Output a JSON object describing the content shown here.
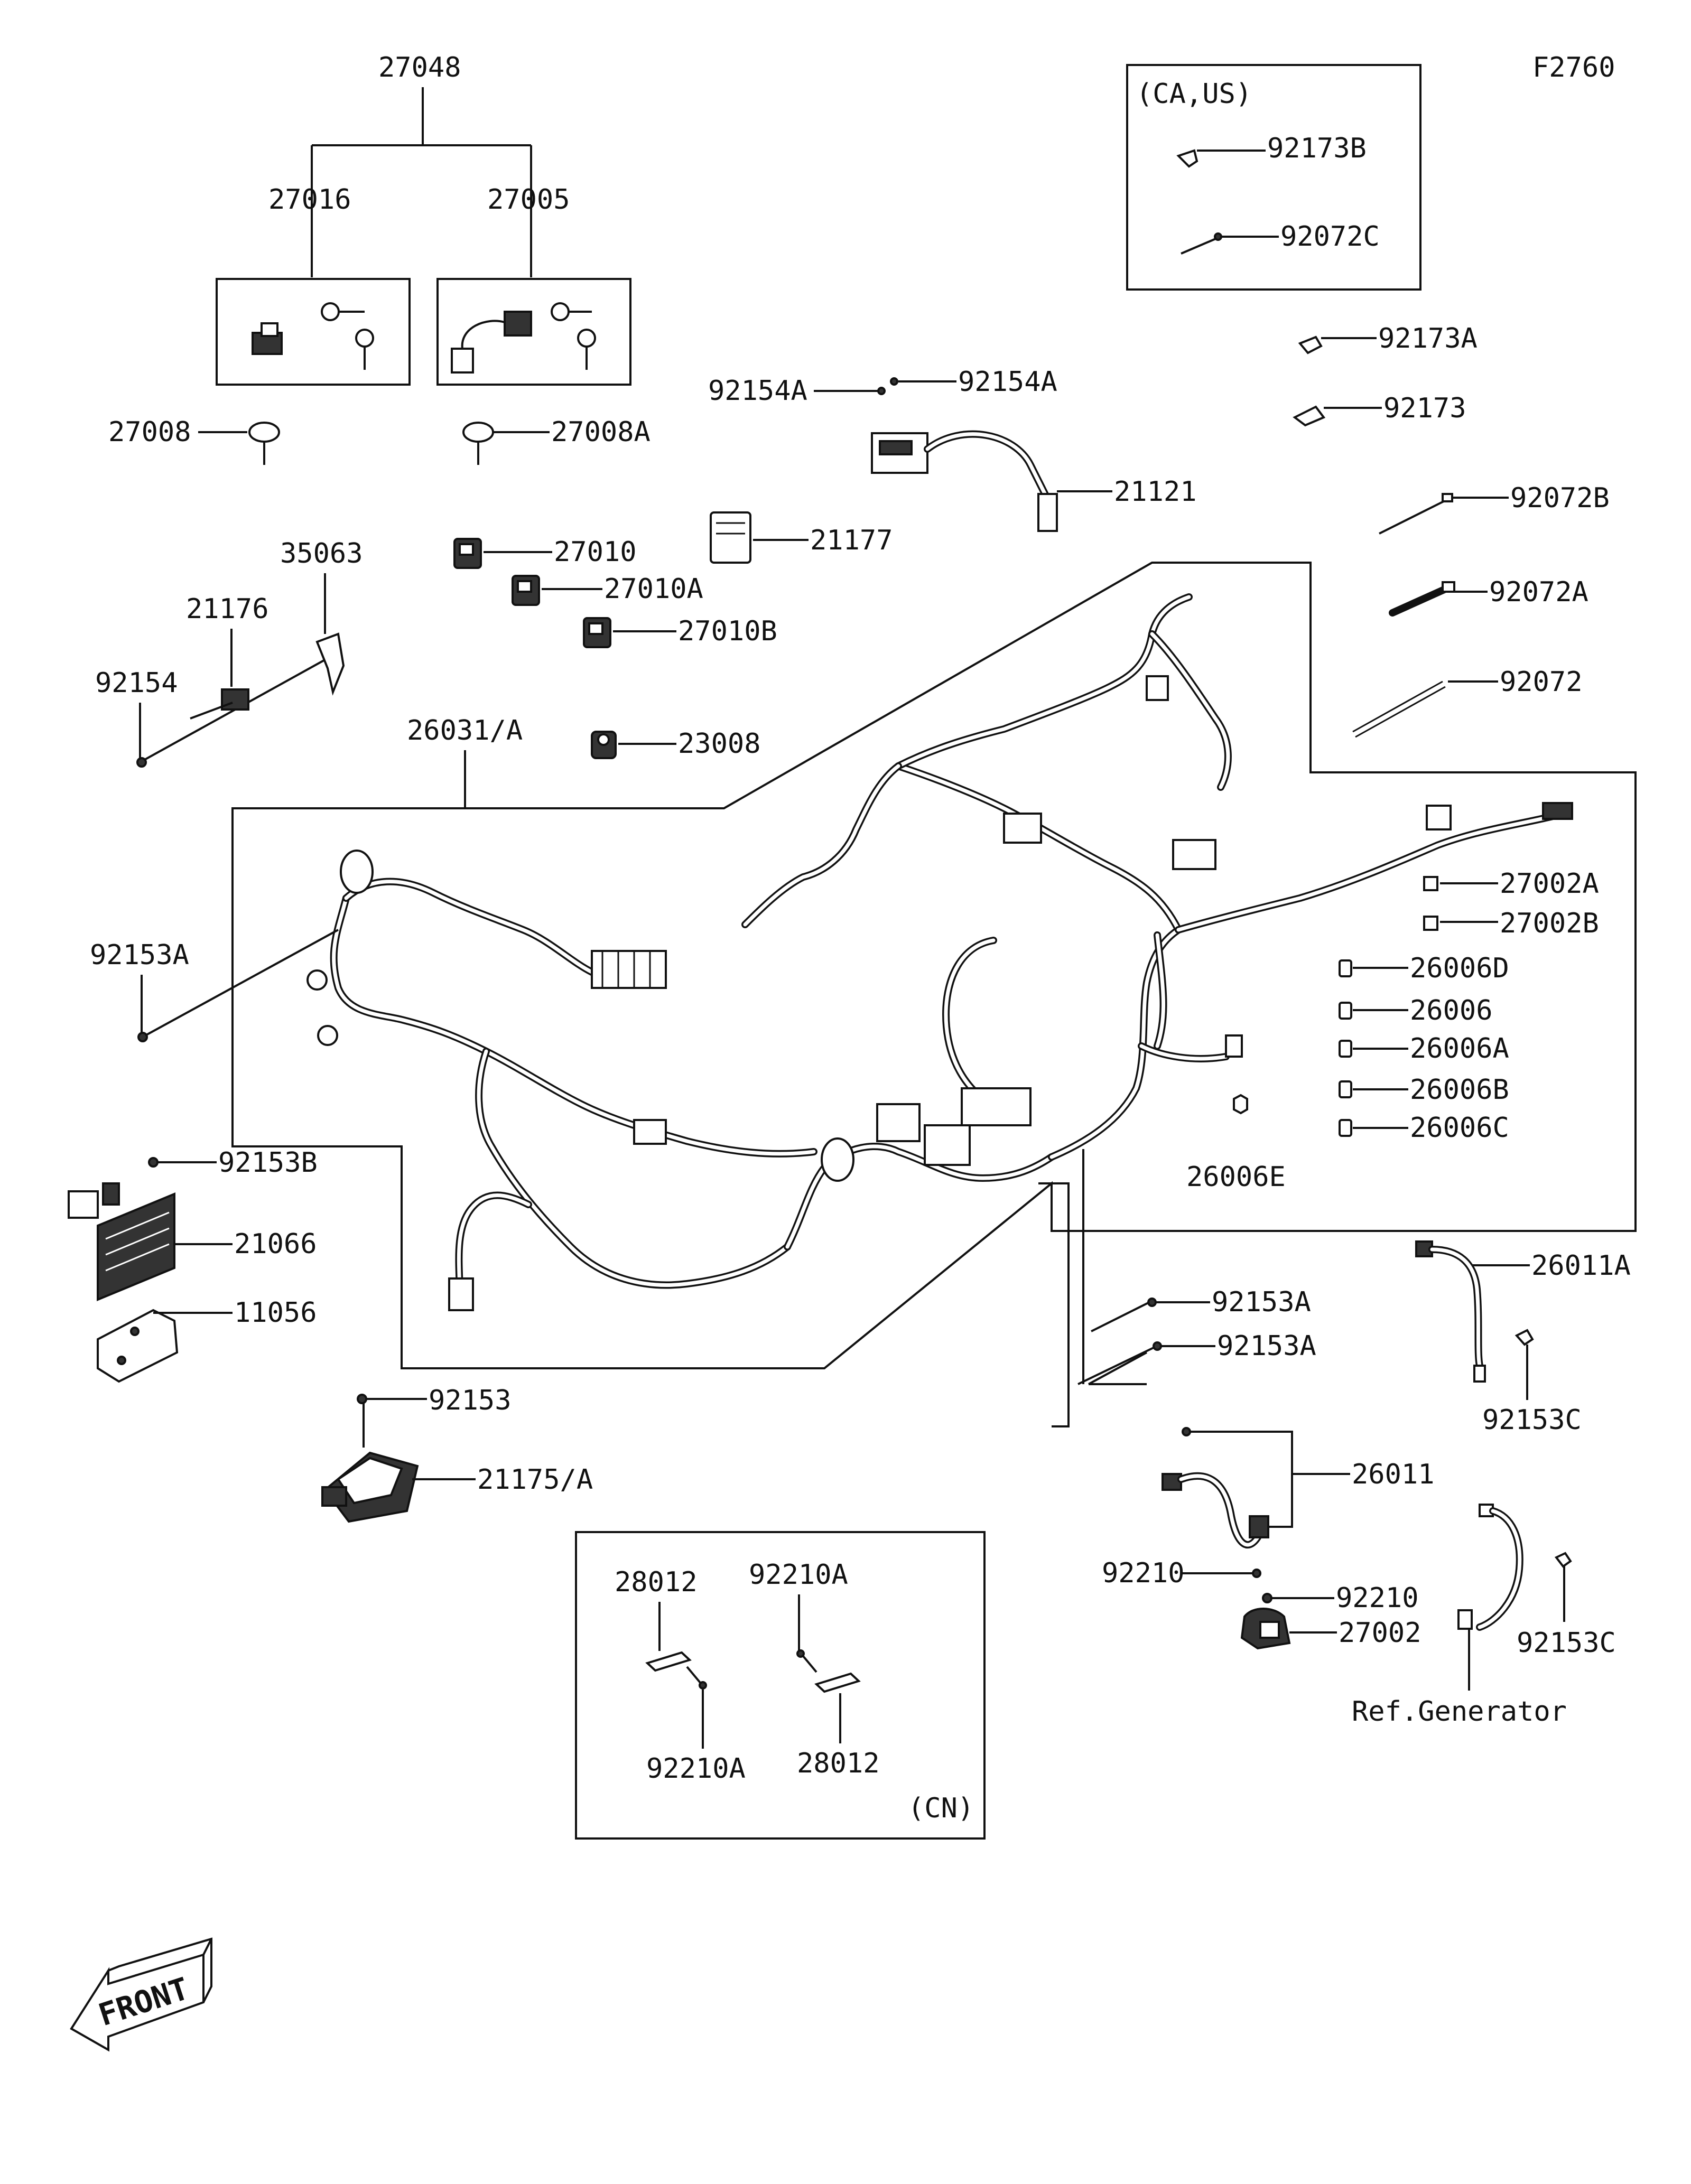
{
  "diagram_id": "F2760",
  "regions": {
    "ca_us": "(CA,US)",
    "cn": "(CN)"
  },
  "front_label": "FRONT",
  "labels": {
    "p27048": "27048",
    "p27016": "27016",
    "p27005": "27005",
    "p27008": "27008",
    "p27008A": "27008A",
    "p35063": "35063",
    "p21176": "21176",
    "p92154": "92154",
    "p27010": "27010",
    "p27010A": "27010A",
    "p27010B": "27010B",
    "p23008": "23008",
    "p21177": "21177",
    "p92154A_l": "92154A",
    "p92154A_r": "92154A",
    "p21121": "21121",
    "p92173B": "92173B",
    "p92072C": "92072C",
    "p92173A": "92173A",
    "p92173": "92173",
    "p92072B": "92072B",
    "p92072A": "92072A",
    "p92072": "92072",
    "p26031": "26031/A",
    "p92153A_l": "92153A",
    "p27002A": "27002A",
    "p27002B": "27002B",
    "p26006D": "26006D",
    "p26006": "26006",
    "p26006A": "26006A",
    "p26006B": "26006B",
    "p26006C": "26006C",
    "p26006E": "26006E",
    "p92153B": "92153B",
    "p21066": "21066",
    "p11056": "11056",
    "p92153A_r1": "92153A",
    "p92153A_r2": "92153A",
    "p26011A": "26011A",
    "p92153C_1": "92153C",
    "p92153": "92153",
    "p21175": "21175/A",
    "p26011": "26011",
    "p92210_l": "92210",
    "p92210_r": "92210",
    "p27002": "27002",
    "p92153C_2": "92153C",
    "ref_generator": "Ref.Generator",
    "p28012_l": "28012",
    "p92210A_t": "92210A",
    "p92210A_b": "92210A",
    "p28012_r": "28012"
  }
}
